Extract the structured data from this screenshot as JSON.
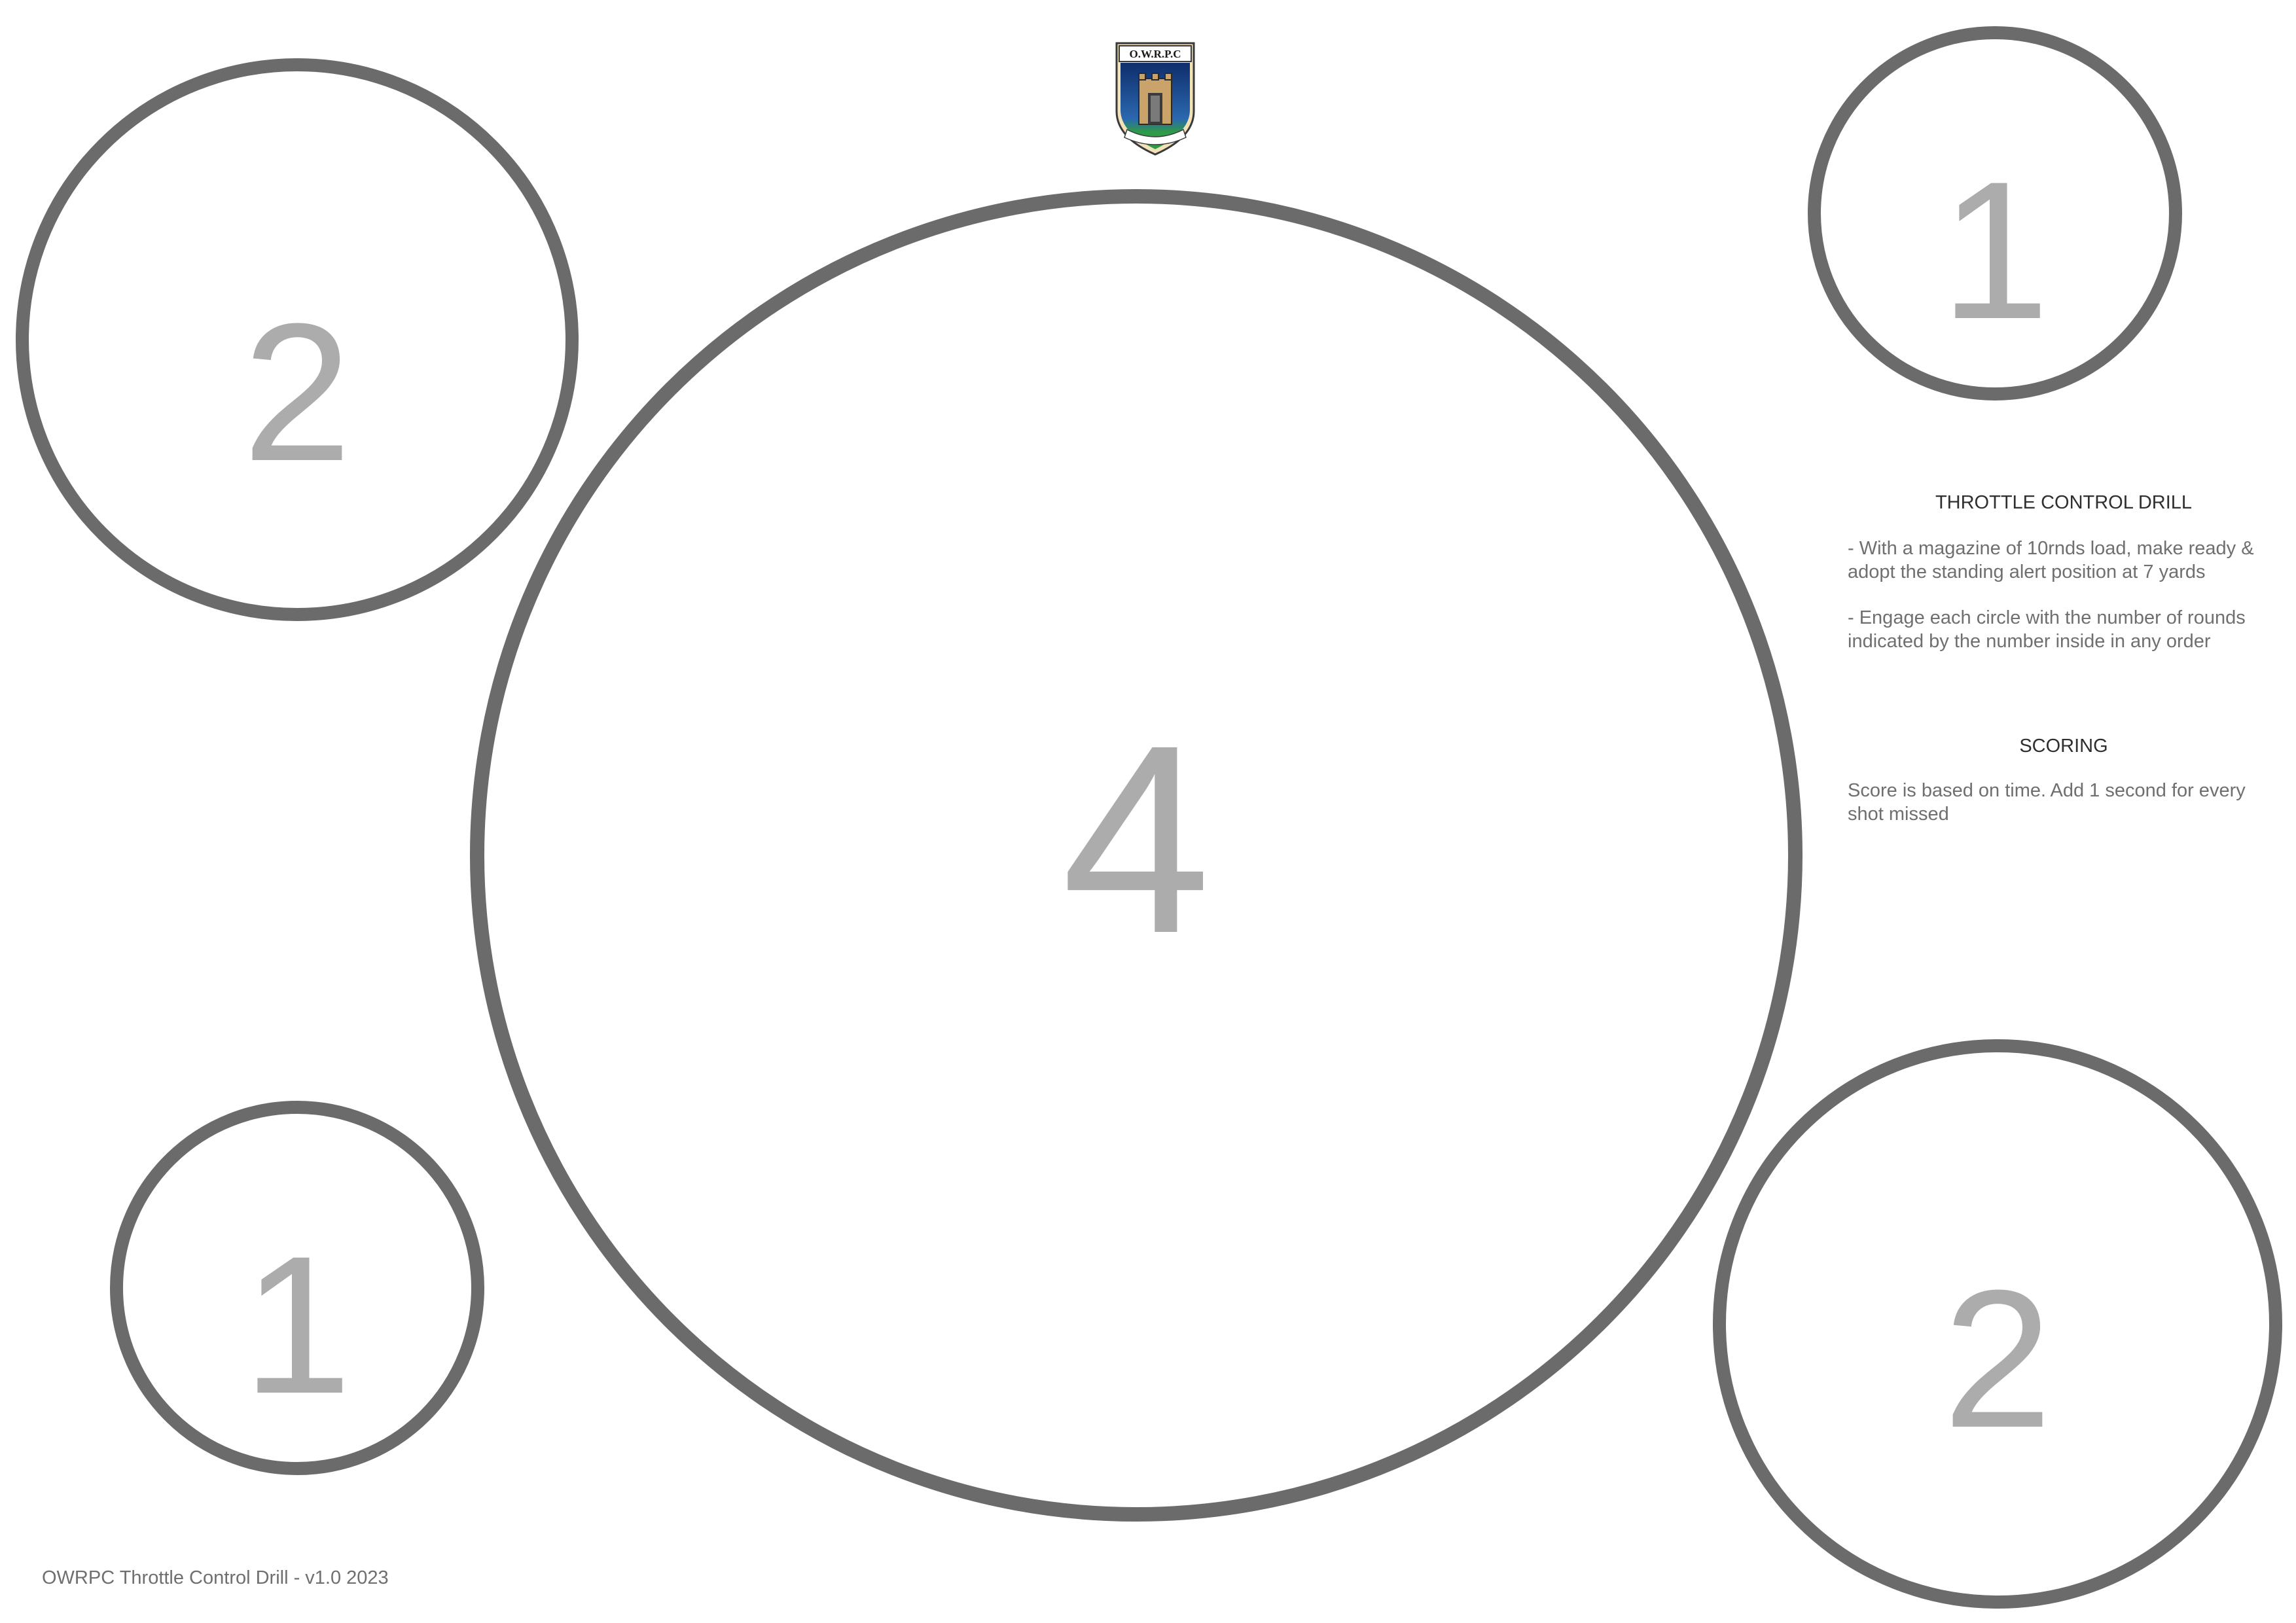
{
  "logo": {
    "name": "crest-logo",
    "text": "O.W.R.P.C",
    "colors": {
      "shield_top": "#0f2d6b",
      "shield_bottom": "#2f9a47",
      "tower": "#caa36a",
      "banner": "#ffffff"
    }
  },
  "targets": {
    "left_top": {
      "number": "2"
    },
    "right_top": {
      "number": "1"
    },
    "center": {
      "number": "4"
    },
    "left_bottom": {
      "number": "1"
    },
    "right_bottom": {
      "number": "2"
    }
  },
  "instructions": {
    "title": "THROTTLE CONTROL DRILL",
    "step1": "- With a magazine of 10rnds load, make ready & adopt the standing alert position at 7 yards",
    "step2": "- Engage each circle with the number of rounds indicated by the number inside in any order",
    "scoring_title": "SCORING",
    "scoring_text": "Score is based on time. Add 1 second for every shot missed"
  },
  "footer": {
    "text": "OWRPC Throttle Control Drill - v1.0 2023"
  },
  "colors": {
    "ring": "#6b6b6b",
    "number": "#acacac",
    "text": "#6f6f6f",
    "heading": "#2f2f2f"
  }
}
